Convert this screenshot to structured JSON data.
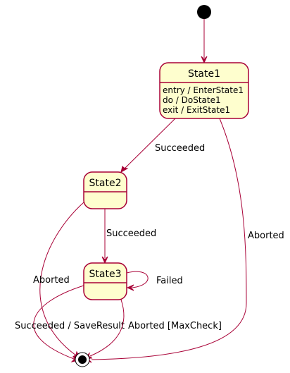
{
  "diagram": {
    "states": {
      "state1": {
        "name": "State1",
        "actions": [
          "entry / EnterState1",
          "do / DoState1",
          "exit / ExitState1"
        ]
      },
      "state2": {
        "name": "State2"
      },
      "state3": {
        "name": "State3"
      }
    },
    "transitions": {
      "start_to_state1": "",
      "state1_to_state2": "Succeeded",
      "state1_to_end": "Aborted",
      "state2_to_state3": "Succeeded",
      "state2_to_end": "Aborted",
      "state3_self": "Failed",
      "state3_to_end_success": "Succeeded / SaveResult",
      "state3_to_end_aborted": "Aborted [MaxCheck]"
    }
  }
}
